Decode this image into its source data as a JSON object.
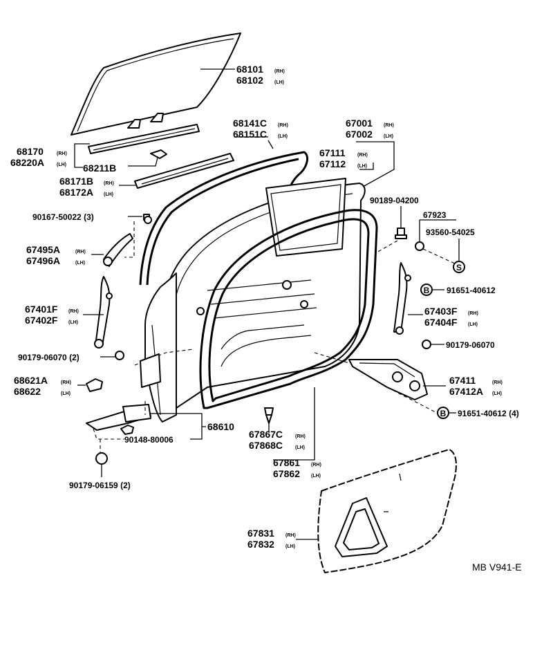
{
  "labels": {
    "glass_rh": "68101",
    "glass_lh": "68102",
    "tag_rh": "(RH)",
    "tag_lh": "(LH)",
    "channel_rh": "68170",
    "channel_lh": "68220A",
    "clip": "68211B",
    "weatherstrip_rh": "68171B",
    "weatherstrip_lh": "68172A",
    "run_rh": "68141C",
    "run_lh": "68151C",
    "door_rh": "67001",
    "door_lh": "67002",
    "door_panel_rh": "67111",
    "door_panel_lh": "67112",
    "screw_top": "90189-04200",
    "bolt_50022": "90167-50022 (3)",
    "check_rh": "67495A",
    "check_lh": "67496A",
    "part_67923": "67923",
    "part_93560": "93560-54025",
    "circle_s": "S",
    "circle_b": "B",
    "bolt_91651": "91651-40612",
    "frame_rh": "67401F",
    "frame_lh": "67402F",
    "frame2_rh": "67403F",
    "frame2_lh": "67404F",
    "nut_06070_2": "90179-06070 (2)",
    "nut_06070": "90179-06070",
    "hinge_rh": "67411",
    "hinge_lh": "67412A",
    "bolt_91651_4": "91651-40612 (4)",
    "cover_rh": "68621A",
    "cover_lh": "68622",
    "regulator": "68610",
    "screw_80006": "90148-80006",
    "nut_06159": "90179-06159 (2)",
    "retainer_rh": "67867C",
    "retainer_lh": "67868C",
    "weather_rh": "67861",
    "weather_lh": "67862",
    "hole_cover_rh": "67831",
    "hole_cover_lh": "67832",
    "reference": "MB V941-E"
  }
}
